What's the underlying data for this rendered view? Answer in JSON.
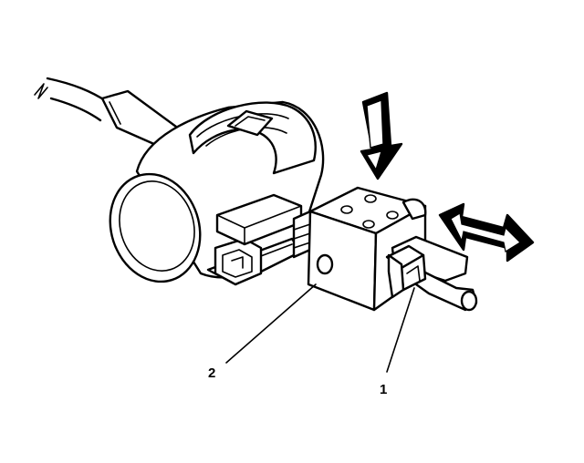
{
  "callouts": [
    {
      "id": "1",
      "label": "1"
    },
    {
      "id": "2",
      "label": "2"
    }
  ],
  "colors": {
    "ink": "#000000",
    "paper": "#ffffff"
  },
  "icons": {
    "press_arrow": "down-arrow-icon",
    "slide_arrow": "double-horizontal-arrow-icon"
  }
}
